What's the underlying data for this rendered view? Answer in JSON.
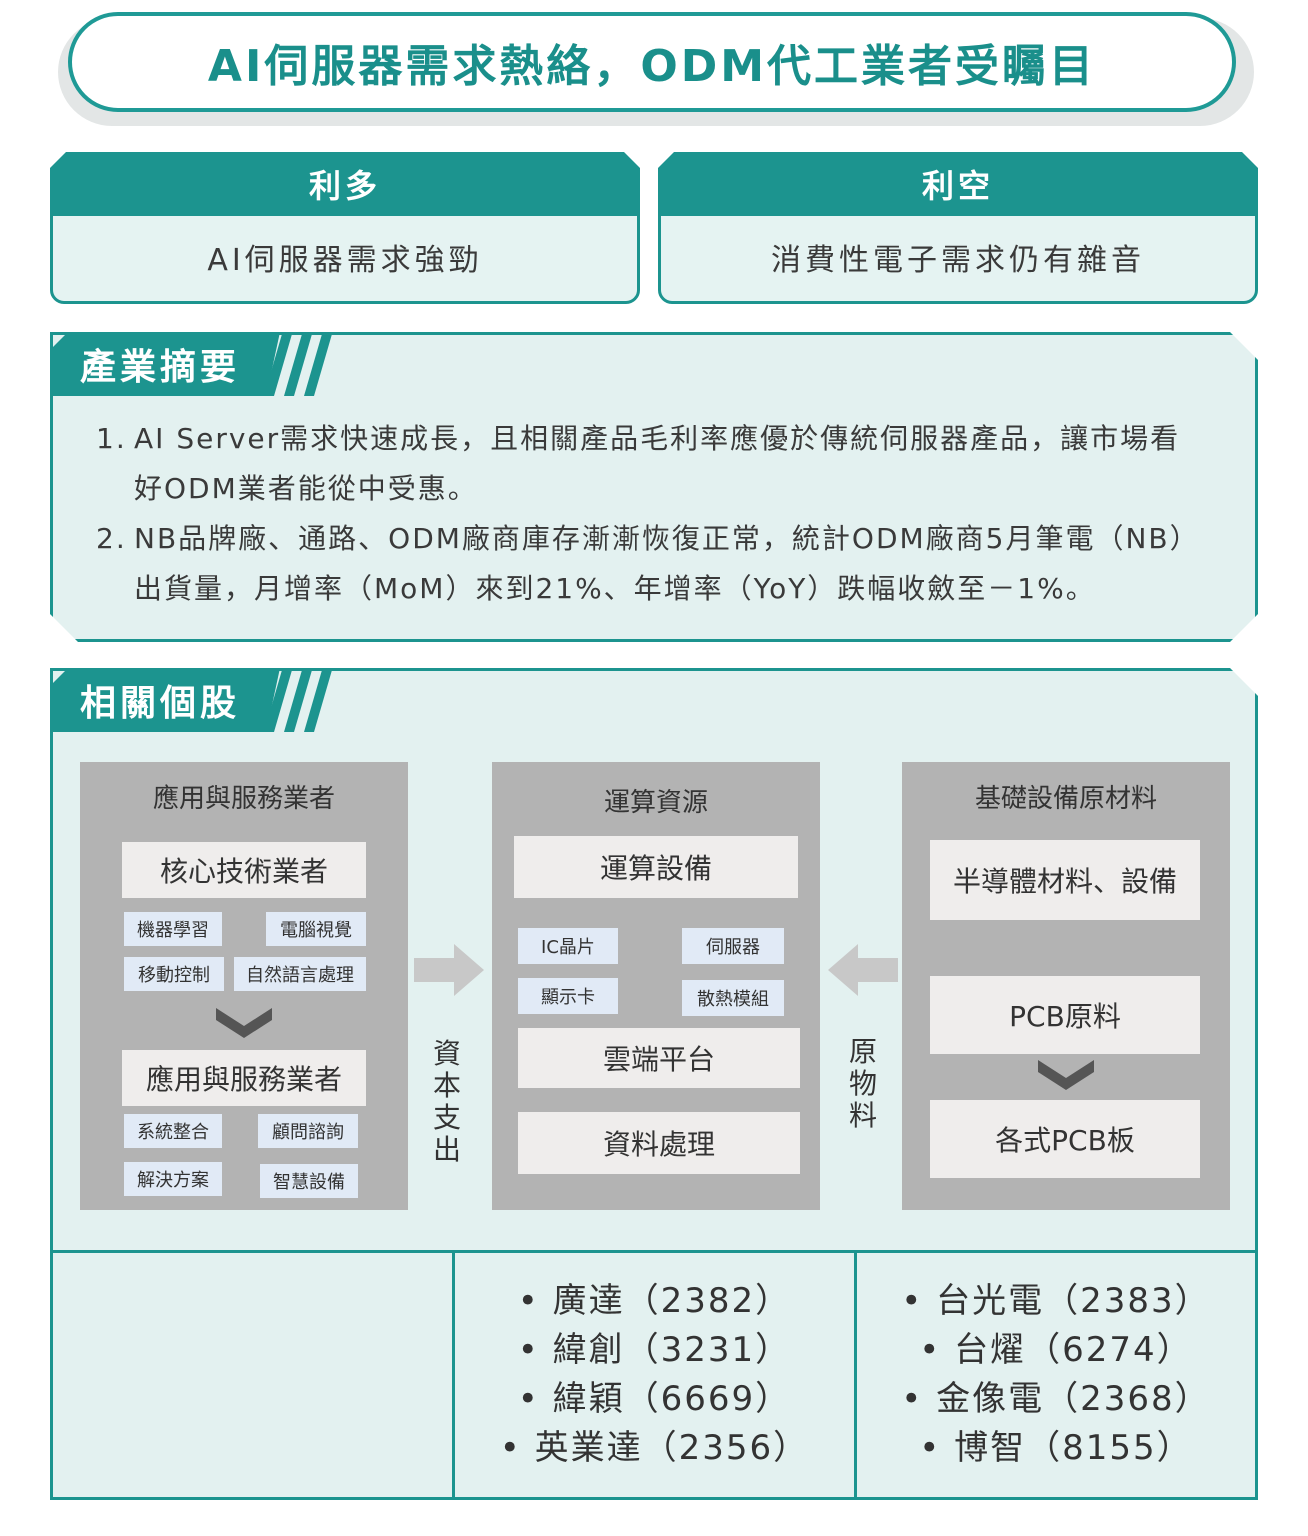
{
  "title": "AI伺服器需求熱絡，ODM代工業者受矚目",
  "pros": {
    "label": "利多",
    "text": "AI伺服器需求強勁"
  },
  "cons": {
    "label": "利空",
    "text": "消費性電子需求仍有雜音"
  },
  "summary": {
    "label": "產業摘要",
    "items": [
      {
        "num": "1.",
        "text": "AI Server需求快速成長，且相關產品毛利率應優於傳統伺服器產品，讓市場看好ODM業者能從中受惠。"
      },
      {
        "num": "2.",
        "text": "NB品牌廠、通路、ODM廠商庫存漸漸恢復正常，統計ODM廠商5月筆電（NB）出貨量，月增率（MoM）來到21%、年增率（YoY）跌幅收斂至－1%。"
      }
    ]
  },
  "stocks": {
    "label": "相關個股",
    "col1": {
      "title": "應用與服務業者",
      "box1": "核心技術業者",
      "tags1": [
        "機器學習",
        "電腦視覺",
        "移動控制",
        "自然語言處理"
      ],
      "box2": "應用與服務業者",
      "tags2": [
        "系統整合",
        "顧問諮詢",
        "解決方案",
        "智慧設備"
      ]
    },
    "arrow1_label": "資本支出",
    "col2": {
      "title": "運算資源",
      "box1": "運算設備",
      "tags": [
        "IC晶片",
        "伺服器",
        "顯示卡",
        "散熱模組"
      ],
      "box2": "雲端平台",
      "box3": "資料處理"
    },
    "arrow2_label": "原物料",
    "col3": {
      "title": "基礎設備原材料",
      "box1": "半導體材料、設備",
      "box2": "PCB原料",
      "box3": "各式PCB板"
    },
    "list_col1": [],
    "list_col2": [
      "•  廣達（2382）",
      "•  緯創（3231）",
      "•  緯穎（6669）",
      "•  英業達（2356）"
    ],
    "list_col3": [
      "•  台光電（2383）",
      "•  台燿（6274）",
      "•  金像電（2368）",
      "•  博智（8155）"
    ]
  },
  "colors": {
    "teal": "#1c948f",
    "light_teal": "#e3f1f0",
    "gray": "#b3b3b3"
  }
}
